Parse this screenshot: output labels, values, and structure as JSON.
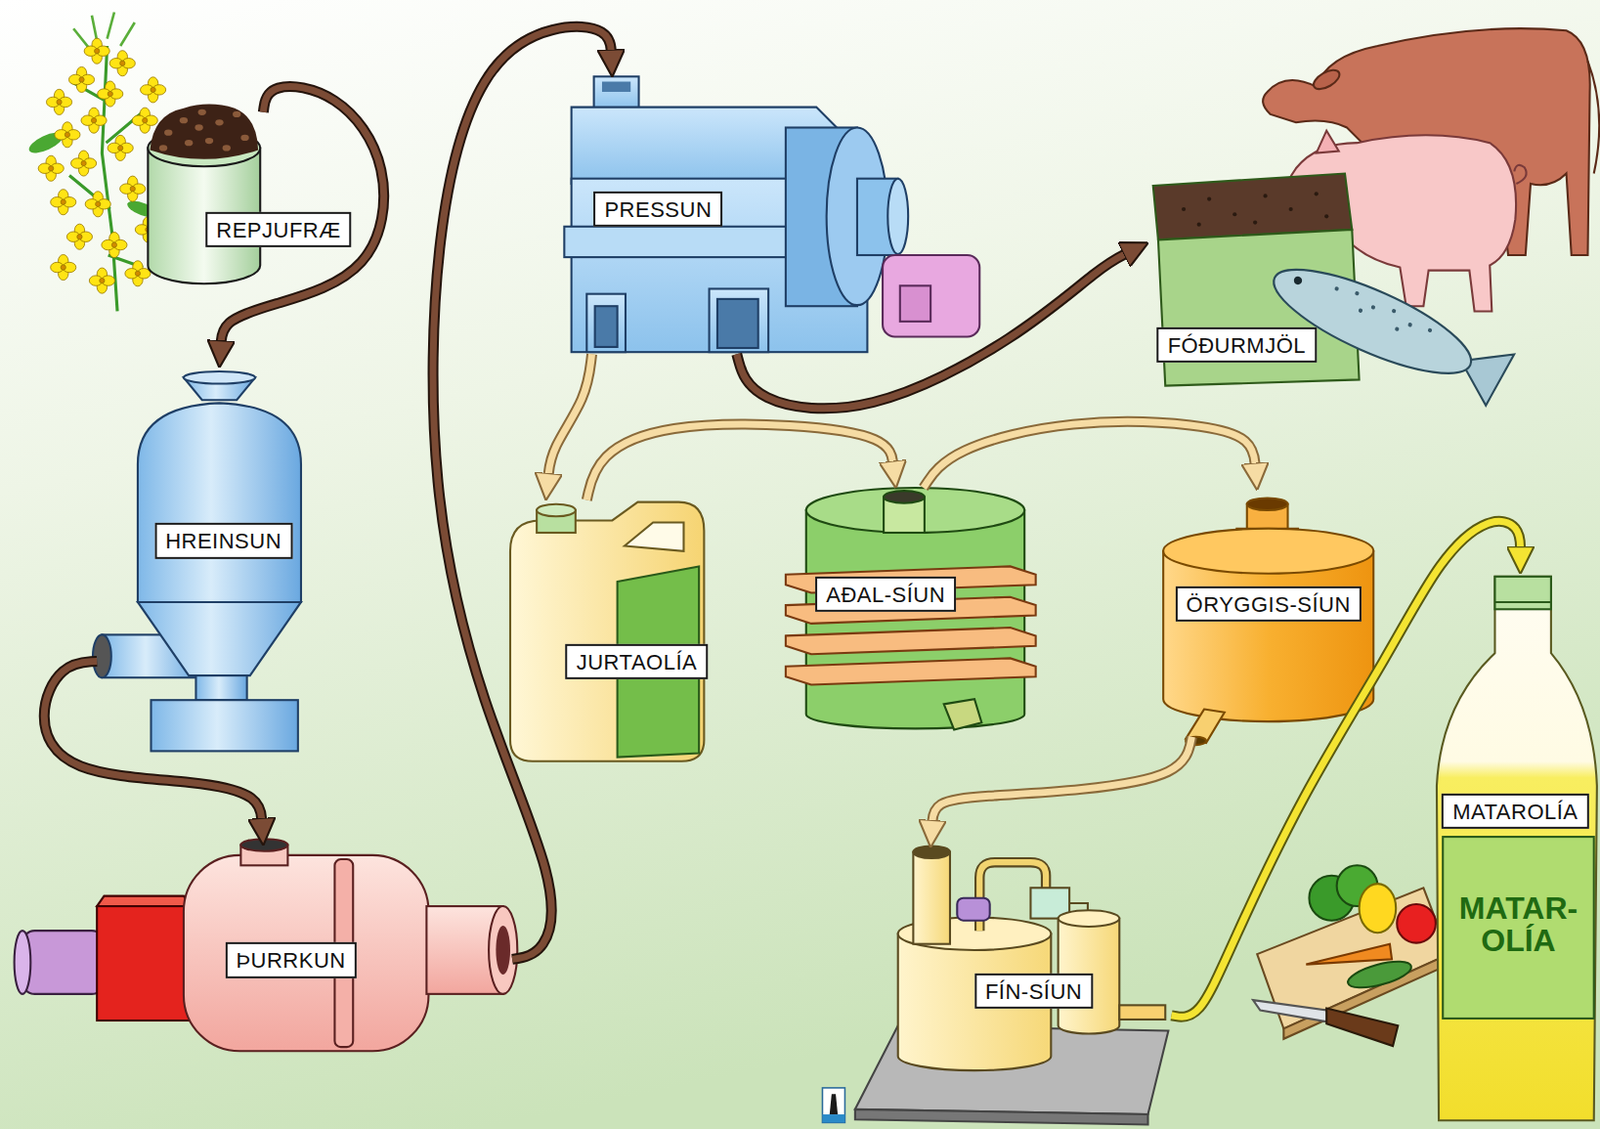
{
  "diagram": {
    "nodes": [
      {
        "text": [
          "REPJUFRÆ"
        ]
      },
      {
        "text": [
          "HREINSUN"
        ]
      },
      {
        "text": [
          "ÞURRKUN"
        ]
      },
      {
        "text": [
          "PRESSUN"
        ]
      },
      {
        "text": [
          "FÓÐURMJÖL"
        ]
      },
      {
        "text": [
          "JURTAOLÍA"
        ]
      },
      {
        "text": [
          "AÐAL-SÍUN"
        ]
      },
      {
        "text": [
          "ÖRYGGIS-SÍUN"
        ]
      },
      {
        "text": [
          "FÍN-SÍUN"
        ]
      },
      {
        "text": [
          "MATAROLÍA",
          "MATAR- OLÍA"
        ]
      }
    ],
    "edges": [
      {
        "from": 0,
        "to": 1,
        "arrow": "to"
      },
      {
        "from": 1,
        "to": 2,
        "arrow": "to"
      },
      {
        "from": 2,
        "to": 3,
        "arrow": "to"
      },
      {
        "from": 3,
        "to": 4,
        "arrow": "to"
      },
      {
        "from": 3,
        "to": 5,
        "arrow": "to"
      },
      {
        "from": 5,
        "to": 6,
        "arrow": "to"
      },
      {
        "from": 6,
        "to": 7,
        "arrow": "to"
      },
      {
        "from": 7,
        "to": 8,
        "arrow": "to"
      },
      {
        "from": 8,
        "to": 9,
        "arrow": "to"
      }
    ]
  }
}
